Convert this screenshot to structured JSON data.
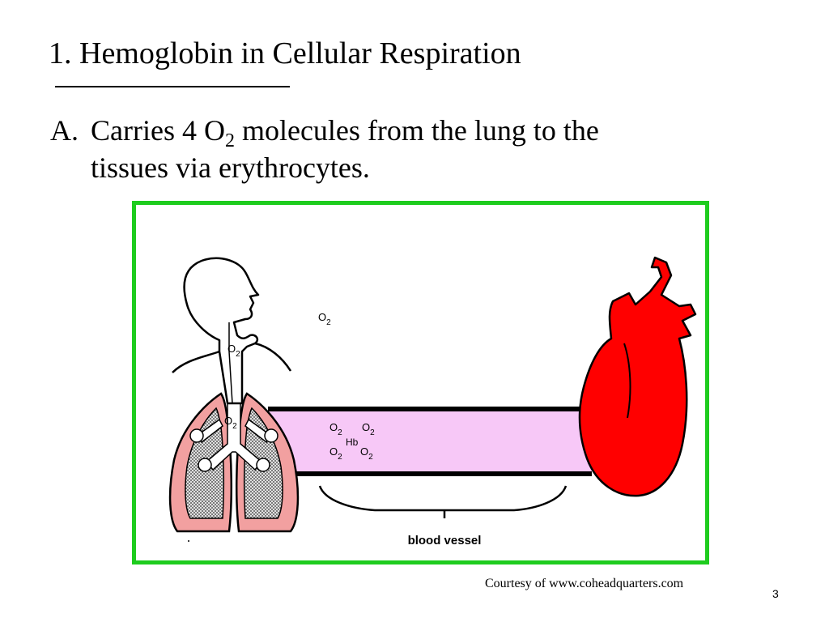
{
  "slide": {
    "title": "1. Hemoglobin in Cellular Respiration",
    "bullet": {
      "marker": "A.",
      "text_before_formula": "Carries 4 O",
      "subscript": "2",
      "text_after_formula": " molecules from the lung to the",
      "text_line2": "tissues via erythrocytes."
    },
    "courtesy": "Courtesy of www.coheadquarters.com",
    "page_number": "3"
  },
  "figure": {
    "labels": {
      "o2_symbol": "O",
      "o2_subscript": "2",
      "hemoglobin": "Hb",
      "blood_vessel": "blood vessel"
    },
    "colors": {
      "frame": "#1ecc1e",
      "vessel": "#f7c8f7",
      "heart": "#ff0000",
      "lung": "#f2a0a0",
      "lung_inner": "#cfcfcf"
    }
  }
}
